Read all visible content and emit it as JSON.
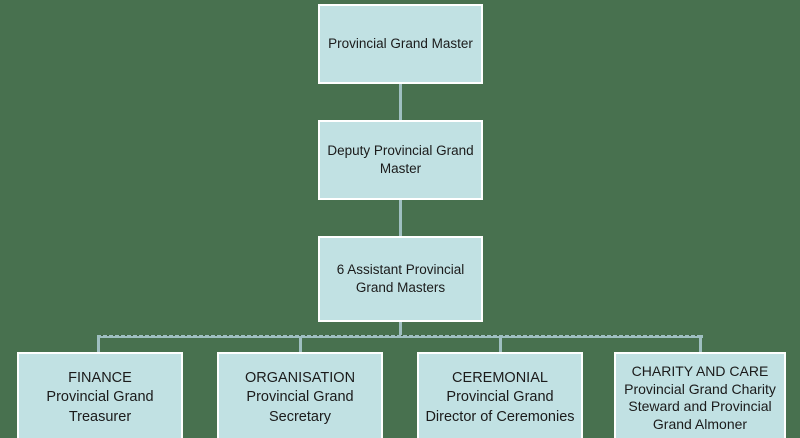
{
  "colors": {
    "background": "#48714f",
    "box_fill": "#c1e1e3",
    "box_border": "#ffffff",
    "connector": "#9fbfc1",
    "text": "#1b1b1b"
  },
  "org_chart": {
    "type": "organization-hierarchy",
    "root": {
      "lines": [
        "Provincial Grand Master"
      ]
    },
    "deputy": {
      "lines": [
        "Deputy Provincial Grand",
        "Master"
      ]
    },
    "assistants": {
      "lines": [
        "6 Assistant Provincial",
        "Grand Masters"
      ]
    },
    "departments": [
      {
        "lines": [
          "FINANCE",
          "Provincial Grand",
          "Treasurer"
        ]
      },
      {
        "lines": [
          "ORGANISATION",
          "Provincial Grand",
          "Secretary"
        ]
      },
      {
        "lines": [
          "CEREMONIAL",
          "Provincial Grand",
          "Director of Ceremonies"
        ]
      },
      {
        "lines": [
          "CHARITY AND CARE",
          "Provincial Grand Charity",
          "Steward and Provincial",
          "Grand Almoner"
        ]
      }
    ]
  }
}
